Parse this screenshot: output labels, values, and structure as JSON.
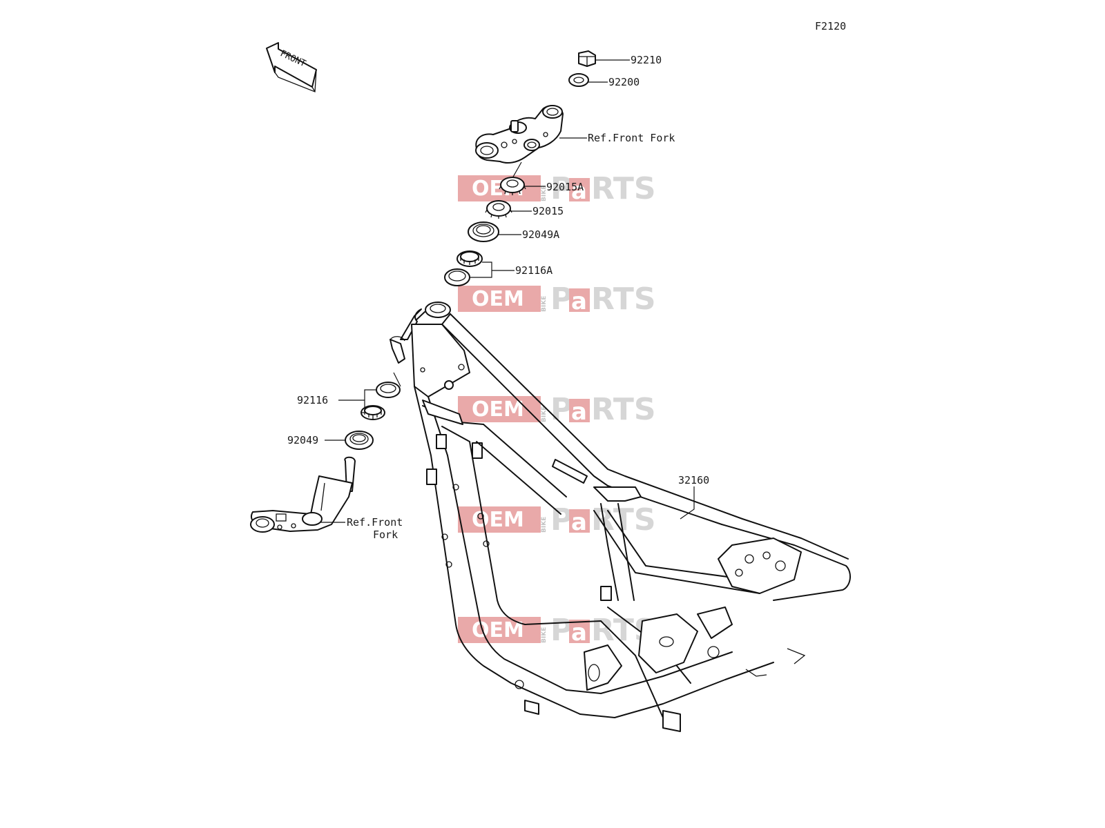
{
  "diagram_code": "F2120",
  "front_arrow_label": "FRONT",
  "watermark": {
    "oem": "OEM",
    "bike": "BIKE",
    "parts_p": "P",
    "parts_a": "a",
    "parts_rest": "RTS",
    "color_red": "#e8a5a5",
    "color_gray": "#d4d4d4"
  },
  "callouts": [
    {
      "id": "92210",
      "label": "92210"
    },
    {
      "id": "92200",
      "label": "92200"
    },
    {
      "id": "ref-front-fork-upper",
      "label": "Ref.Front Fork"
    },
    {
      "id": "92015A",
      "label": "92015A"
    },
    {
      "id": "92015",
      "label": "92015"
    },
    {
      "id": "92049A",
      "label": "92049A"
    },
    {
      "id": "92116A",
      "label": "92116A"
    },
    {
      "id": "92116",
      "label": "92116"
    },
    {
      "id": "92049",
      "label": "92049"
    },
    {
      "id": "ref-front-fork-lower-1",
      "label": "Ref.Front"
    },
    {
      "id": "ref-front-fork-lower-2",
      "label": "Fork"
    },
    {
      "id": "32160",
      "label": "32160"
    }
  ]
}
